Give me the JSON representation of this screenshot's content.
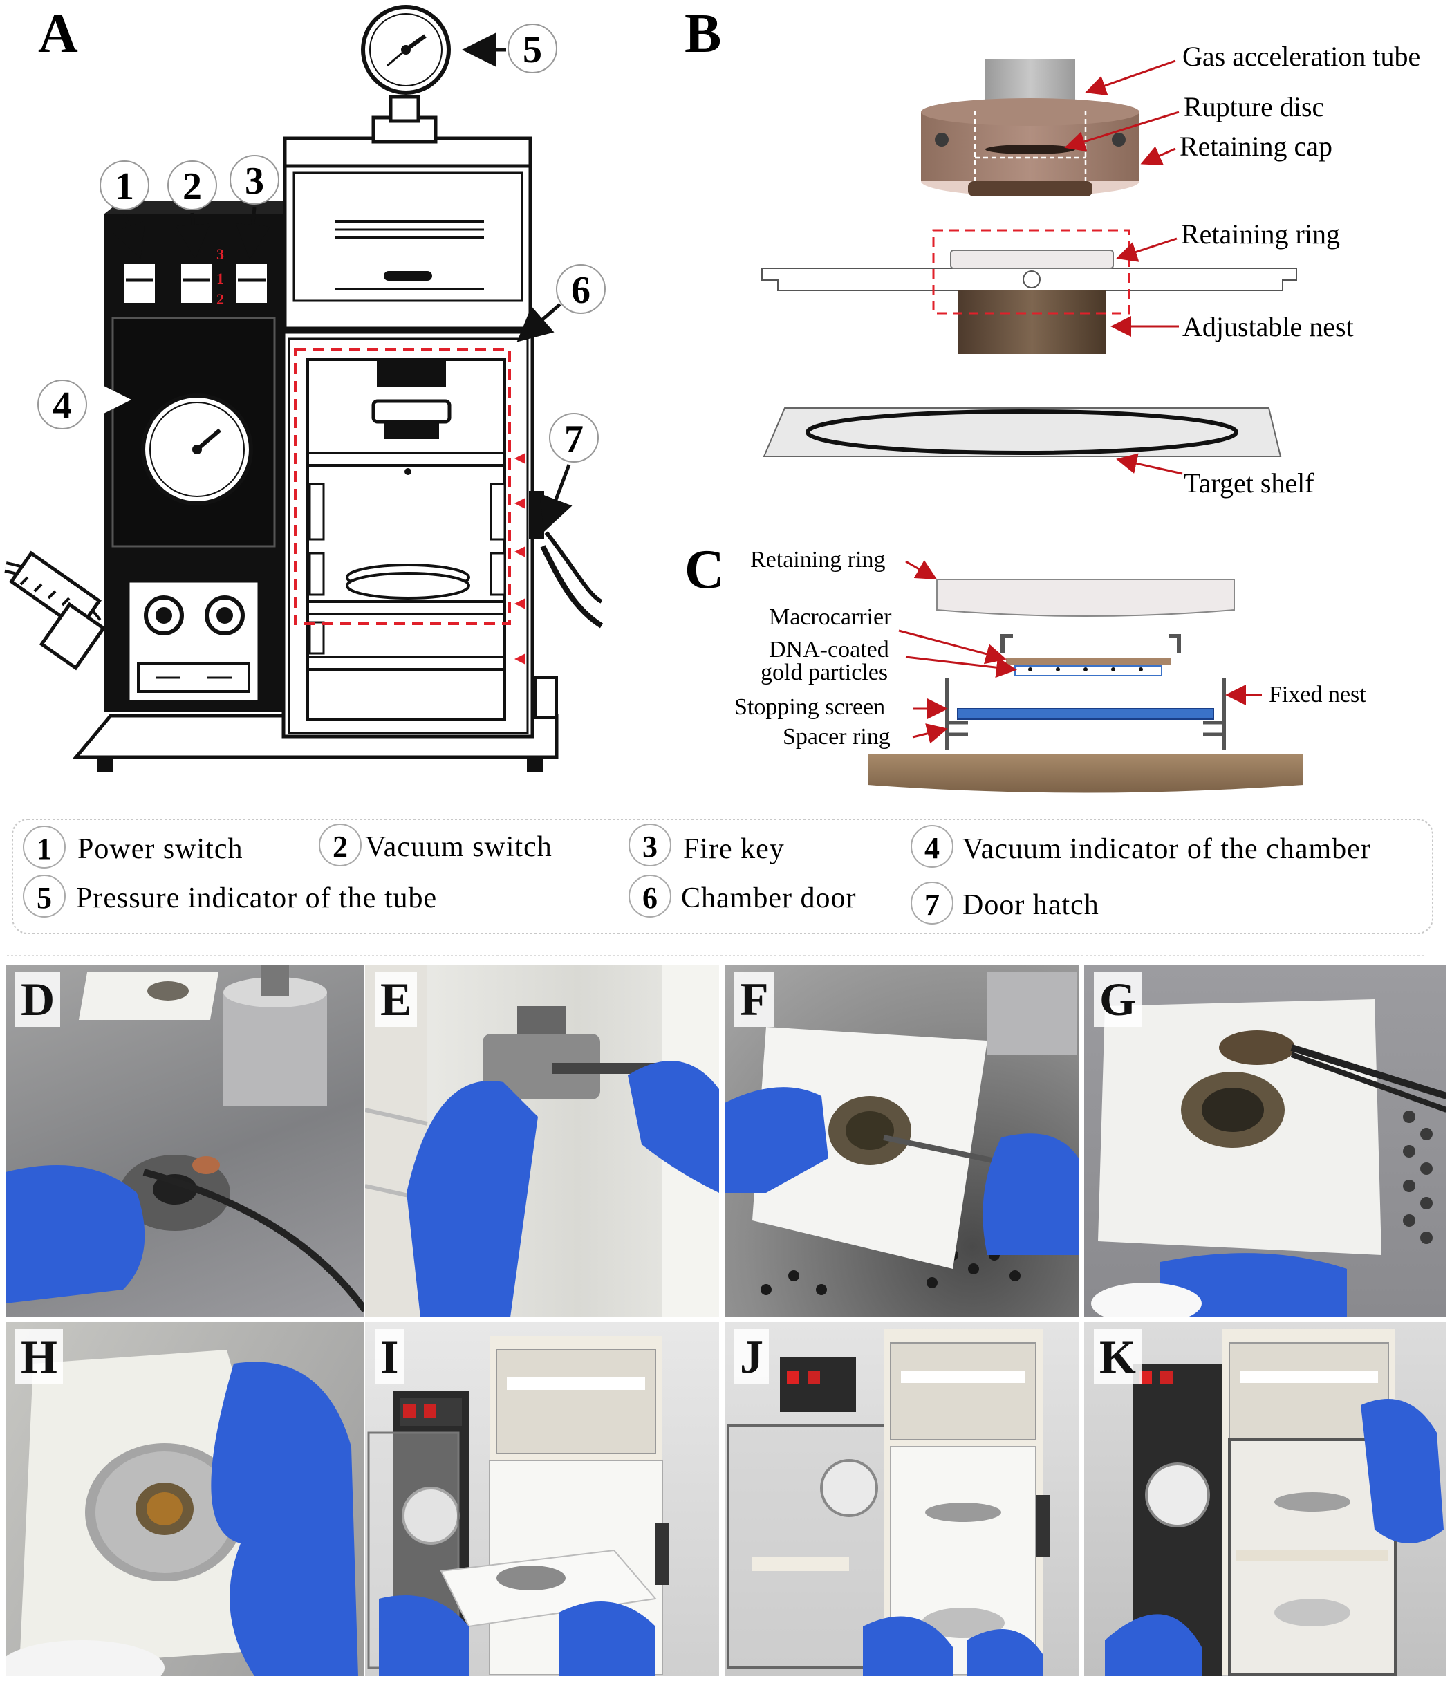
{
  "panels": {
    "a": {
      "letter": "A"
    },
    "b": {
      "letter": "B",
      "labels": {
        "gas_tube": "Gas acceleration tube",
        "rupture_disc": "Rupture disc",
        "retaining_cap": "Retaining cap",
        "retaining_ring": "Retaining ring",
        "adjustable_nest": "Adjustable nest",
        "target_shelf": "Target shelf"
      }
    },
    "c": {
      "letter": "C",
      "labels": {
        "retaining_ring": "Retaining ring",
        "macrocarrier": "Macrocarrier",
        "dna_line1": "DNA-coated",
        "dna_line2": "gold particles",
        "stopping_screen": "Stopping screen",
        "spacer_ring": "Spacer ring",
        "fixed_nest": "Fixed nest"
      }
    },
    "photos": [
      "D",
      "E",
      "F",
      "G",
      "H",
      "I",
      "J",
      "K"
    ]
  },
  "device_callouts": [
    "1",
    "2",
    "3",
    "4",
    "5",
    "6",
    "7"
  ],
  "switch_marks": [
    "3",
    "1",
    "2"
  ],
  "legend": [
    {
      "num": "1",
      "text": "Power switch"
    },
    {
      "num": "2",
      "text": "Vacuum switch"
    },
    {
      "num": "3",
      "text": "Fire key"
    },
    {
      "num": "4",
      "text": "Vacuum indicator of the chamber"
    },
    {
      "num": "5",
      "text": "Pressure indicator of the tube"
    },
    {
      "num": "6",
      "text": "Chamber door"
    },
    {
      "num": "7",
      "text": "Door hatch"
    }
  ],
  "colors": {
    "arrow_red": "#c0141b",
    "dash_red": "#e0202a",
    "screen_blue": "#3a72c8",
    "glove_blue": "#2f5fd6"
  }
}
